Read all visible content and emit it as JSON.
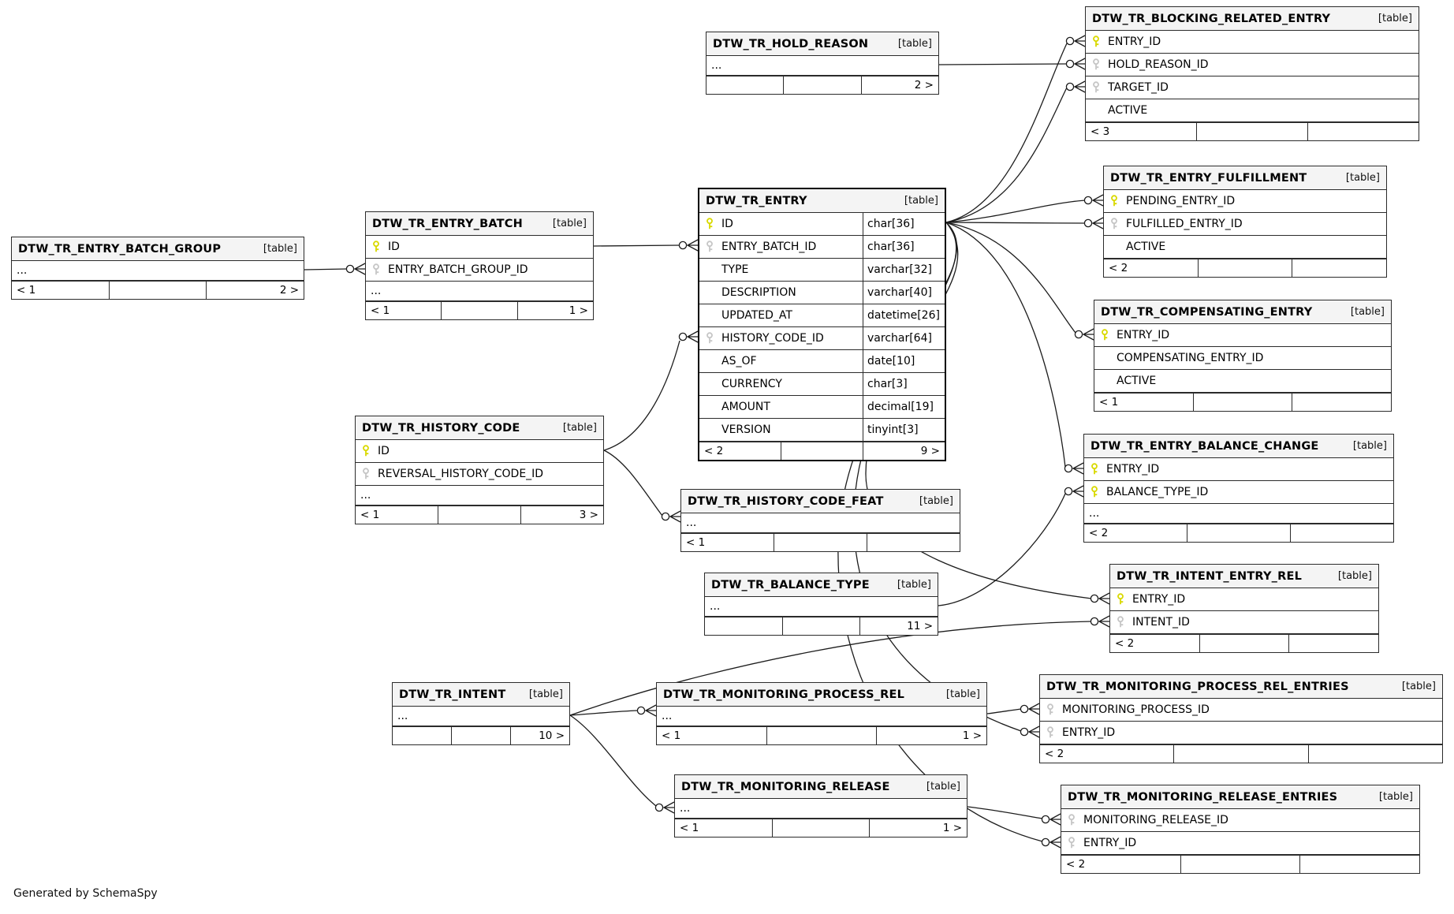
{
  "diagram": {
    "generator_note": "Generated by SchemaSpy"
  },
  "colors": {
    "pk_key": "#d9d900",
    "fk_key": "#c6c6c6",
    "header_bg": "#f4f4f4",
    "table_border": "#2b2b2b",
    "relationship_line": "#1c1c1c"
  },
  "tables": [
    {
      "id": "entry-batch-group",
      "name": "DTW_TR_ENTRY_BATCH_GROUP",
      "type_label": "[table]",
      "columns": [
        {
          "name": "..."
        }
      ],
      "footer": {
        "left": "< 1",
        "right": "2 >"
      }
    },
    {
      "id": "entry-batch",
      "name": "DTW_TR_ENTRY_BATCH",
      "type_label": "[table]",
      "columns": [
        {
          "name": "ID",
          "key": "pk"
        },
        {
          "name": "ENTRY_BATCH_GROUP_ID",
          "key": "fk"
        },
        {
          "name": "..."
        }
      ],
      "footer": {
        "left": "< 1",
        "right": "1 >"
      }
    },
    {
      "id": "hold-reason",
      "name": "DTW_TR_HOLD_REASON",
      "type_label": "[table]",
      "columns": [
        {
          "name": "..."
        }
      ],
      "footer": {
        "left": "",
        "right": "2 >"
      }
    },
    {
      "id": "entry",
      "name": "DTW_TR_ENTRY",
      "type_label": "[table]",
      "columns": [
        {
          "name": "ID",
          "key": "pk",
          "type": "char[36]"
        },
        {
          "name": "ENTRY_BATCH_ID",
          "key": "fk",
          "type": "char[36]"
        },
        {
          "name": "TYPE",
          "type": "varchar[32]"
        },
        {
          "name": "DESCRIPTION",
          "type": "varchar[40]"
        },
        {
          "name": "UPDATED_AT",
          "type": "datetime[26]"
        },
        {
          "name": "HISTORY_CODE_ID",
          "key": "fk",
          "type": "varchar[64]"
        },
        {
          "name": "AS_OF",
          "type": "date[10]"
        },
        {
          "name": "CURRENCY",
          "type": "char[3]"
        },
        {
          "name": "AMOUNT",
          "type": "decimal[19]"
        },
        {
          "name": "VERSION",
          "type": "tinyint[3]"
        }
      ],
      "footer": {
        "left": "< 2",
        "right": "9 >"
      }
    },
    {
      "id": "history-code",
      "name": "DTW_TR_HISTORY_CODE",
      "type_label": "[table]",
      "columns": [
        {
          "name": "ID",
          "key": "pk"
        },
        {
          "name": "REVERSAL_HISTORY_CODE_ID",
          "key": "fk"
        },
        {
          "name": "..."
        }
      ],
      "footer": {
        "left": "< 1",
        "right": "3 >"
      }
    },
    {
      "id": "history-code-feat",
      "name": "DTW_TR_HISTORY_CODE_FEAT",
      "type_label": "[table]",
      "columns": [
        {
          "name": "..."
        }
      ],
      "footer": {
        "left": "< 1",
        "right": ""
      }
    },
    {
      "id": "balance-type",
      "name": "DTW_TR_BALANCE_TYPE",
      "type_label": "[table]",
      "columns": [
        {
          "name": "..."
        }
      ],
      "footer": {
        "left": "",
        "right": "11 >"
      }
    },
    {
      "id": "blocking-related-entry",
      "name": "DTW_TR_BLOCKING_RELATED_ENTRY",
      "type_label": "[table]",
      "columns": [
        {
          "name": "ENTRY_ID",
          "key": "pk"
        },
        {
          "name": "HOLD_REASON_ID",
          "key": "fk"
        },
        {
          "name": "TARGET_ID",
          "key": "fk"
        },
        {
          "name": "ACTIVE"
        }
      ],
      "footer": {
        "left": "< 3",
        "right": ""
      }
    },
    {
      "id": "entry-fulfillment",
      "name": "DTW_TR_ENTRY_FULFILLMENT",
      "type_label": "[table]",
      "columns": [
        {
          "name": "PENDING_ENTRY_ID",
          "key": "pk"
        },
        {
          "name": "FULFILLED_ENTRY_ID",
          "key": "fk"
        },
        {
          "name": "ACTIVE"
        }
      ],
      "footer": {
        "left": "< 2",
        "right": ""
      }
    },
    {
      "id": "compensating-entry",
      "name": "DTW_TR_COMPENSATING_ENTRY",
      "type_label": "[table]",
      "columns": [
        {
          "name": "ENTRY_ID",
          "key": "pk"
        },
        {
          "name": "COMPENSATING_ENTRY_ID"
        },
        {
          "name": "ACTIVE"
        }
      ],
      "footer": {
        "left": "< 1",
        "right": ""
      }
    },
    {
      "id": "entry-balance-change",
      "name": "DTW_TR_ENTRY_BALANCE_CHANGE",
      "type_label": "[table]",
      "columns": [
        {
          "name": "ENTRY_ID",
          "key": "pk"
        },
        {
          "name": "BALANCE_TYPE_ID",
          "key": "pk"
        },
        {
          "name": "..."
        }
      ],
      "footer": {
        "left": "< 2",
        "right": ""
      }
    },
    {
      "id": "intent-entry-rel",
      "name": "DTW_TR_INTENT_ENTRY_REL",
      "type_label": "[table]",
      "columns": [
        {
          "name": "ENTRY_ID",
          "key": "pk"
        },
        {
          "name": "INTENT_ID",
          "key": "fk"
        }
      ],
      "footer": {
        "left": "< 2",
        "right": ""
      }
    },
    {
      "id": "monitoring-process-rel-entries",
      "name": "DTW_TR_MONITORING_PROCESS_REL_ENTRIES",
      "type_label": "[table]",
      "columns": [
        {
          "name": "MONITORING_PROCESS_ID",
          "key": "fk"
        },
        {
          "name": "ENTRY_ID",
          "key": "fk"
        }
      ],
      "footer": {
        "left": "< 2",
        "right": ""
      }
    },
    {
      "id": "monitoring-release-entries",
      "name": "DTW_TR_MONITORING_RELEASE_ENTRIES",
      "type_label": "[table]",
      "columns": [
        {
          "name": "MONITORING_RELEASE_ID",
          "key": "fk"
        },
        {
          "name": "ENTRY_ID",
          "key": "fk"
        }
      ],
      "footer": {
        "left": "< 2",
        "right": ""
      }
    },
    {
      "id": "intent",
      "name": "DTW_TR_INTENT",
      "type_label": "[table]",
      "columns": [
        {
          "name": "..."
        }
      ],
      "footer": {
        "left": "",
        "right": "10 >"
      }
    },
    {
      "id": "monitoring-process-rel",
      "name": "DTW_TR_MONITORING_PROCESS_REL",
      "type_label": "[table]",
      "columns": [
        {
          "name": "..."
        }
      ],
      "footer": {
        "left": "< 1",
        "right": "1 >"
      }
    },
    {
      "id": "monitoring-release",
      "name": "DTW_TR_MONITORING_RELEASE",
      "type_label": "[table]",
      "columns": [
        {
          "name": "..."
        }
      ],
      "footer": {
        "left": "< 1",
        "right": "1 >"
      }
    }
  ]
}
